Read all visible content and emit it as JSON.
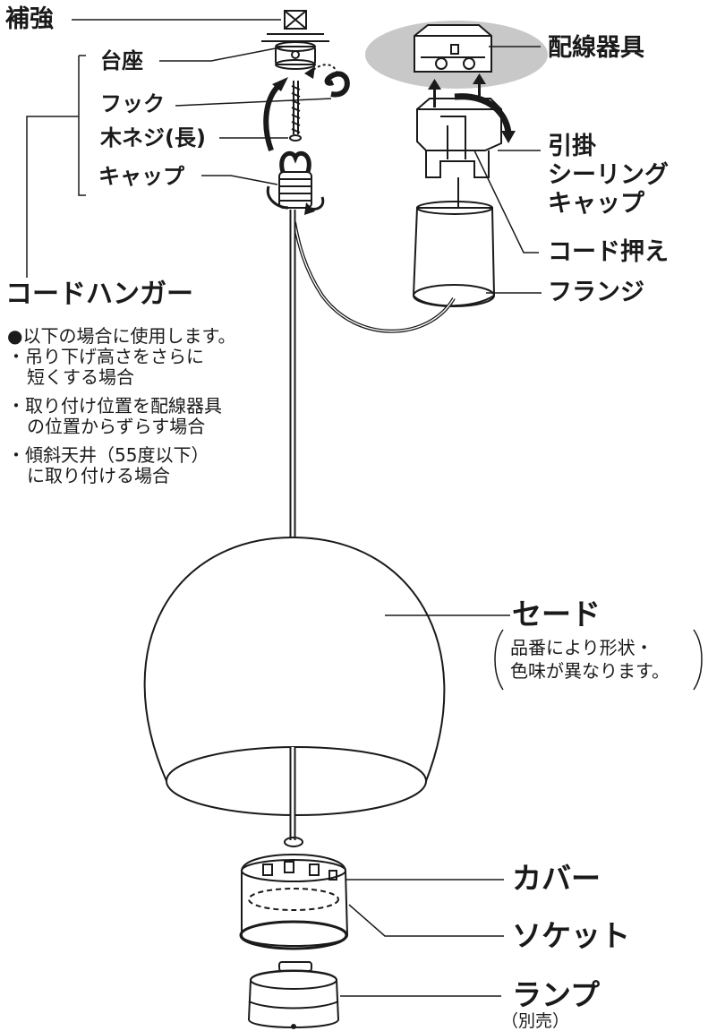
{
  "labels": {
    "hokyo": "補強",
    "daiza": "台座",
    "hook": "フック",
    "mokuneji": "木ネジ(長)",
    "cap": "キャップ",
    "code_hanger": "コードハンガー",
    "haisen_kigu": "配線器具",
    "hikikake_l1": "引掛",
    "hikikake_l2": "シーリング",
    "hikikake_l3": "キャップ",
    "code_osae": "コード押え",
    "flange": "フランジ",
    "shade": "セード",
    "cover": "カバー",
    "socket": "ソケット",
    "lamp": "ランプ",
    "lamp_note": "（別売）"
  },
  "hanger_notes": {
    "l1": "●以下の場合に使用します。",
    "l2": "・吊り下げ高さをさらに",
    "l3": "短くする場合",
    "l4": "・取り付け位置を配線器具",
    "l5": "の位置からずらす場合",
    "l6": "・傾斜天井（55度以下）",
    "l7": "に取り付ける場合"
  },
  "shade_note": {
    "l1": "品番により形状・",
    "l2": "色味が異なります。"
  },
  "colors": {
    "ink": "#1a1a1a",
    "ceiling_gray": "#c8c8c8",
    "shade_fill": "#ffffff"
  }
}
